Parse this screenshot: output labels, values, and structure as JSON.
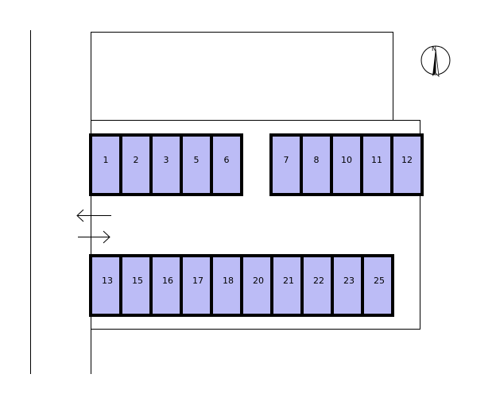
{
  "colors": {
    "space_fill": "#bcbcf6",
    "space_border": "#000000",
    "line": "#000000",
    "background": "#ffffff"
  },
  "compass": {
    "label": "N",
    "icon": "north-arrow-icon"
  },
  "entrance": {
    "icon_in": "arrow-left-icon",
    "icon_out": "arrow-right-icon"
  },
  "spaces": {
    "top_left": [
      "1",
      "2",
      "3",
      "5",
      "6"
    ],
    "top_right": [
      "7",
      "8",
      "10",
      "11",
      "12"
    ],
    "bottom": [
      "13",
      "15",
      "16",
      "17",
      "18",
      "20",
      "21",
      "22",
      "23",
      "25"
    ]
  }
}
